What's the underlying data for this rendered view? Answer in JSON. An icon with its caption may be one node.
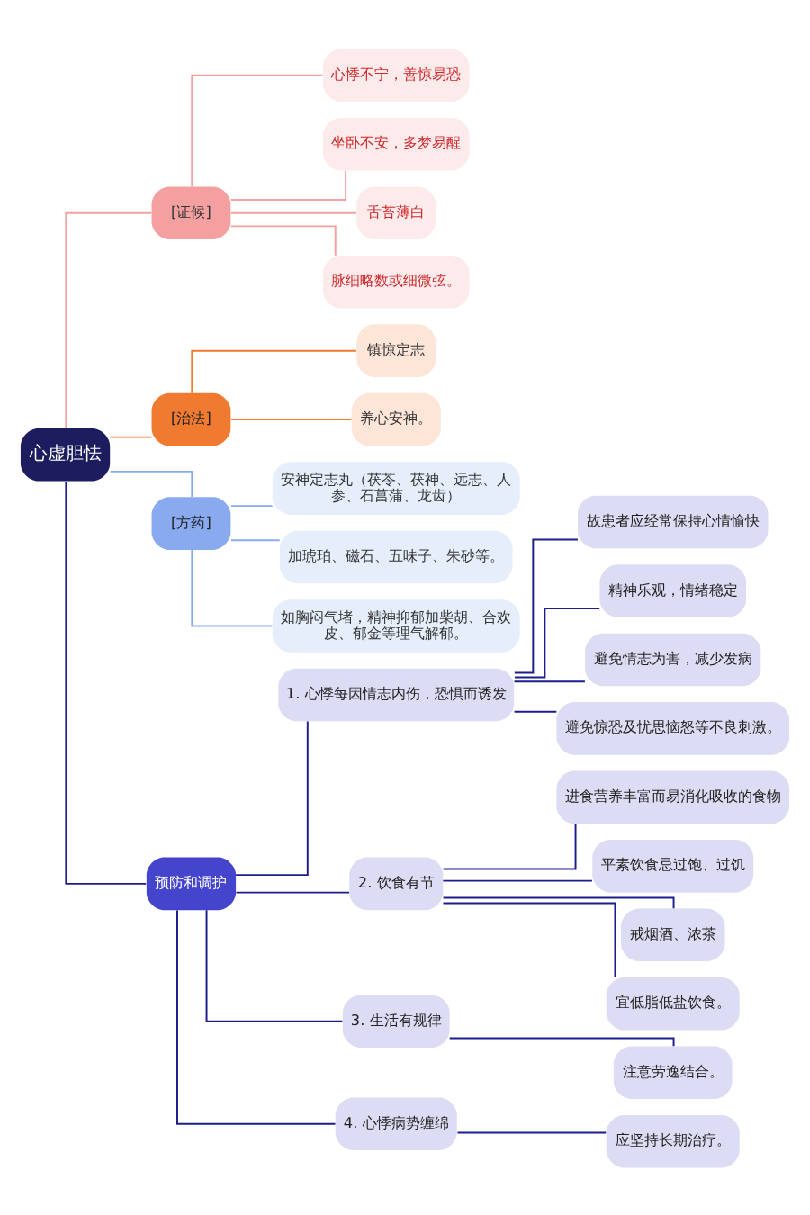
{
  "diagram": {
    "nodes": [
      {
        "text": [
          "心虚胆怯"
        ]
      },
      {
        "text": [
          "[证候]"
        ]
      },
      {
        "text": [
          "心悸不宁，善惊易恐"
        ]
      },
      {
        "text": [
          "坐卧不安，多梦易醒"
        ]
      },
      {
        "text": [
          "舌苔薄白"
        ]
      },
      {
        "text": [
          "脉细略数或细微弦。"
        ]
      },
      {
        "text": [
          "[治法]"
        ]
      },
      {
        "text": [
          "镇惊定志"
        ]
      },
      {
        "text": [
          "养心安神。"
        ]
      },
      {
        "text": [
          "[方药]"
        ]
      },
      {
        "text": [
          "安神定志丸（茯苓、茯神、远志、人参、石菖蒲、龙齿）"
        ]
      },
      {
        "text": [
          "加琥珀、磁石、五味子、朱砂等。"
        ]
      },
      {
        "text": [
          "如胸闷气堵，精神抑郁加柴胡、合欢皮、郁金等理气解郁。"
        ]
      },
      {
        "text": [
          "预防和调护"
        ]
      },
      {
        "text": [
          "1. 心悸每因情志内伤，恐惧而诱发"
        ]
      },
      {
        "text": [
          "故患者应经常保持心情愉快"
        ]
      },
      {
        "text": [
          "精神乐观，情绪稳定"
        ]
      },
      {
        "text": [
          "避免情志为害，减少发病"
        ]
      },
      {
        "text": [
          "避免惊恐及忧思恼怒等不良刺激。"
        ]
      },
      {
        "text": [
          "2. 饮食有节"
        ]
      },
      {
        "text": [
          "进食营养丰富而易消化吸收的食物"
        ]
      },
      {
        "text": [
          "平素饮食忌过饱、过饥"
        ]
      },
      {
        "text": [
          "戒烟酒、浓茶"
        ]
      },
      {
        "text": [
          "宜低脂低盐饮食。"
        ]
      },
      {
        "text": [
          "3. 生活有规律"
        ]
      },
      {
        "text": [
          "注意劳逸结合。"
        ]
      },
      {
        "text": [
          "4. 心悸病势缠绵"
        ]
      },
      {
        "text": [
          "应坚持长期治疗。"
        ]
      }
    ],
    "edges": [
      {
        "from": 0,
        "to": 1,
        "arrow": "none",
        "color": "#f4a0a0"
      },
      {
        "from": 1,
        "to": 2,
        "arrow": "none",
        "color": "#f4a0a0"
      },
      {
        "from": 1,
        "to": 3,
        "arrow": "none",
        "color": "#f4a0a0"
      },
      {
        "from": 1,
        "to": 4,
        "arrow": "none",
        "color": "#f4a0a0"
      },
      {
        "from": 1,
        "to": 5,
        "arrow": "none",
        "color": "#f4a0a0"
      },
      {
        "from": 0,
        "to": 6,
        "arrow": "none",
        "color": "#f07a30"
      },
      {
        "from": 6,
        "to": 7,
        "arrow": "none",
        "color": "#f07a30"
      },
      {
        "from": 6,
        "to": 8,
        "arrow": "none",
        "color": "#f07a30"
      },
      {
        "from": 0,
        "to": 9,
        "arrow": "none",
        "color": "#8aaaf0"
      },
      {
        "from": 9,
        "to": 10,
        "arrow": "none",
        "color": "#8aaaf0"
      },
      {
        "from": 9,
        "to": 11,
        "arrow": "none",
        "color": "#8aaaf0"
      },
      {
        "from": 9,
        "to": 12,
        "arrow": "none",
        "color": "#8aaaf0"
      },
      {
        "from": 0,
        "to": 13,
        "arrow": "none"
      },
      {
        "from": 13,
        "to": 14,
        "arrow": "none"
      },
      {
        "from": 14,
        "to": 15,
        "arrow": "none"
      },
      {
        "from": 14,
        "to": 16,
        "arrow": "none"
      },
      {
        "from": 14,
        "to": 17,
        "arrow": "none"
      },
      {
        "from": 14,
        "to": 18,
        "arrow": "none"
      },
      {
        "from": 13,
        "to": 19,
        "arrow": "none"
      },
      {
        "from": 19,
        "to": 20,
        "arrow": "none"
      },
      {
        "from": 19,
        "to": 21,
        "arrow": "none"
      },
      {
        "from": 19,
        "to": 22,
        "arrow": "none"
      },
      {
        "from": 19,
        "to": 23,
        "arrow": "none"
      },
      {
        "from": 13,
        "to": 24,
        "arrow": "none"
      },
      {
        "from": 24,
        "to": 25,
        "arrow": "none"
      },
      {
        "from": 13,
        "to": 26,
        "arrow": "none"
      },
      {
        "from": 26,
        "to": 27,
        "arrow": "none"
      }
    ]
  }
}
